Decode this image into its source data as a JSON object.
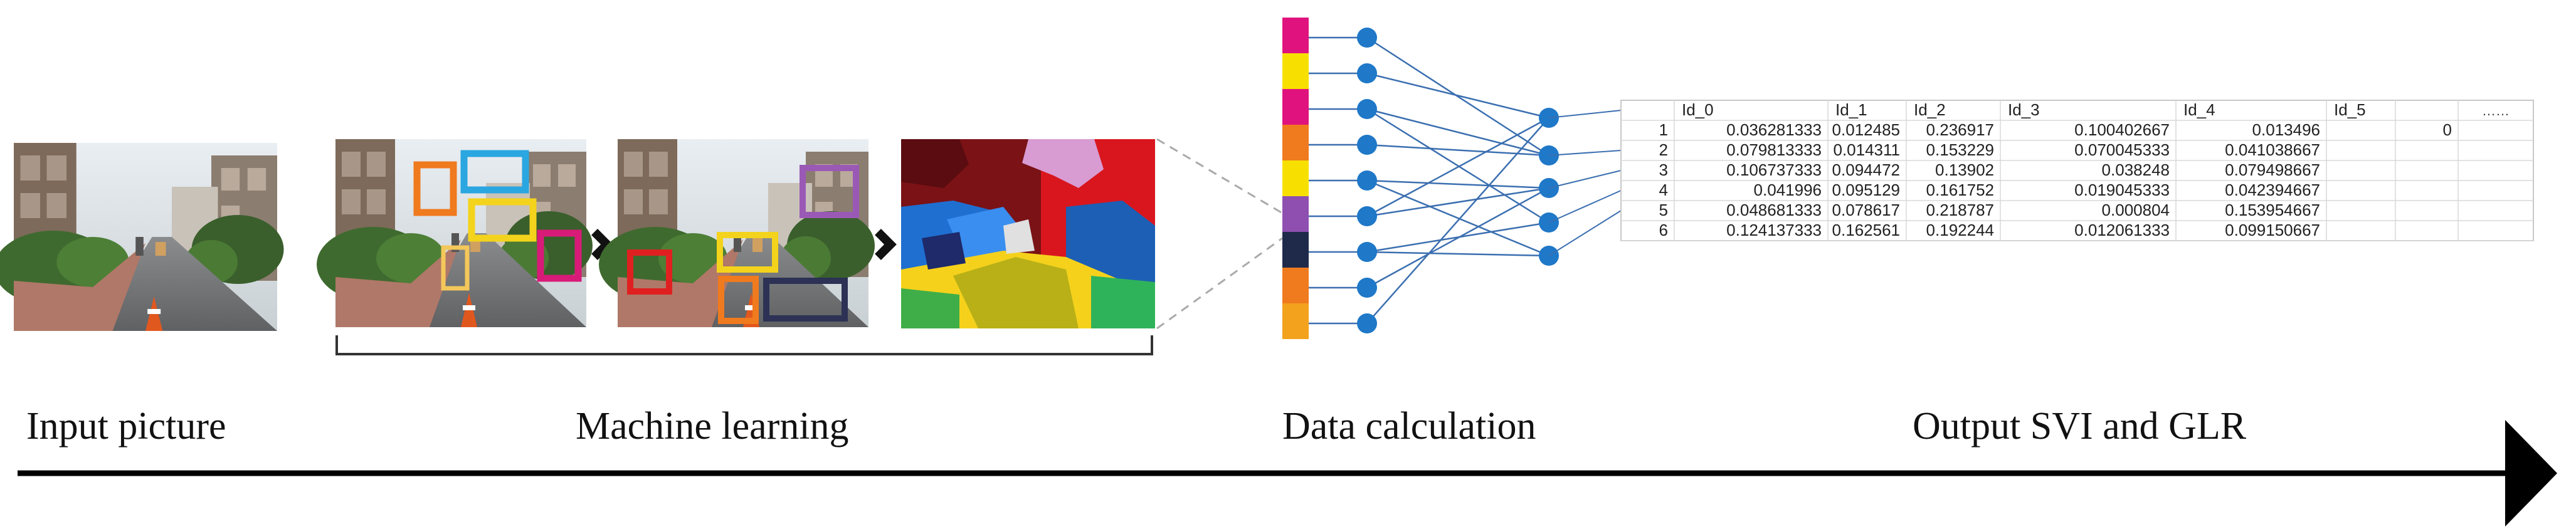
{
  "stages": [
    {
      "label": "Input picture"
    },
    {
      "label": "Machine learning"
    },
    {
      "label": "Data calculation"
    },
    {
      "label": "Output SVI and GLR"
    }
  ],
  "colors": {
    "bracket": "#333333",
    "arrow": "#000000",
    "node": "#1f78c8",
    "link": "#3b6fb0",
    "box_orange": "#f07a1e",
    "box_cyan": "#2aa6e0",
    "box_yellow": "#f3d31c",
    "box_magenta": "#d81b78",
    "box_red": "#e02020",
    "box_purple": "#9b59b6",
    "box_navy": "#2c3155"
  },
  "strip_colors": [
    "#e0137e",
    "#f7e000",
    "#e0137e",
    "#f07a1e",
    "#f7e000",
    "#8e4fb0",
    "#1f2a4a",
    "#f07a1e",
    "#f3a21e"
  ],
  "table": {
    "headers": [
      "Id_0",
      "Id_1",
      "Id_2",
      "Id_3",
      "Id_4",
      "Id_5",
      "",
      "……"
    ],
    "rows": [
      {
        "index": "1",
        "cells": [
          "0.036281333",
          "0.012485",
          "0.236917",
          "0.100402667",
          "0.013496",
          "",
          "0",
          ""
        ]
      },
      {
        "index": "2",
        "cells": [
          "0.079813333",
          "0.014311",
          "0.153229",
          "0.070045333",
          "0.041038667",
          "",
          "",
          ""
        ]
      },
      {
        "index": "3",
        "cells": [
          "0.106737333",
          "0.094472",
          "0.13902",
          "0.038248",
          "0.079498667",
          "",
          "",
          ""
        ]
      },
      {
        "index": "4",
        "cells": [
          "0.041996",
          "0.095129",
          "0.161752",
          "0.019045333",
          "0.042394667",
          "",
          "",
          ""
        ]
      },
      {
        "index": "5",
        "cells": [
          "0.048681333",
          "0.078617",
          "0.218787",
          "0.000804",
          "0.153954667",
          "",
          "",
          ""
        ]
      },
      {
        "index": "6",
        "cells": [
          "0.124137333",
          "0.162561",
          "0.192244",
          "0.012061333",
          "0.099150667",
          "",
          "",
          ""
        ]
      }
    ]
  }
}
